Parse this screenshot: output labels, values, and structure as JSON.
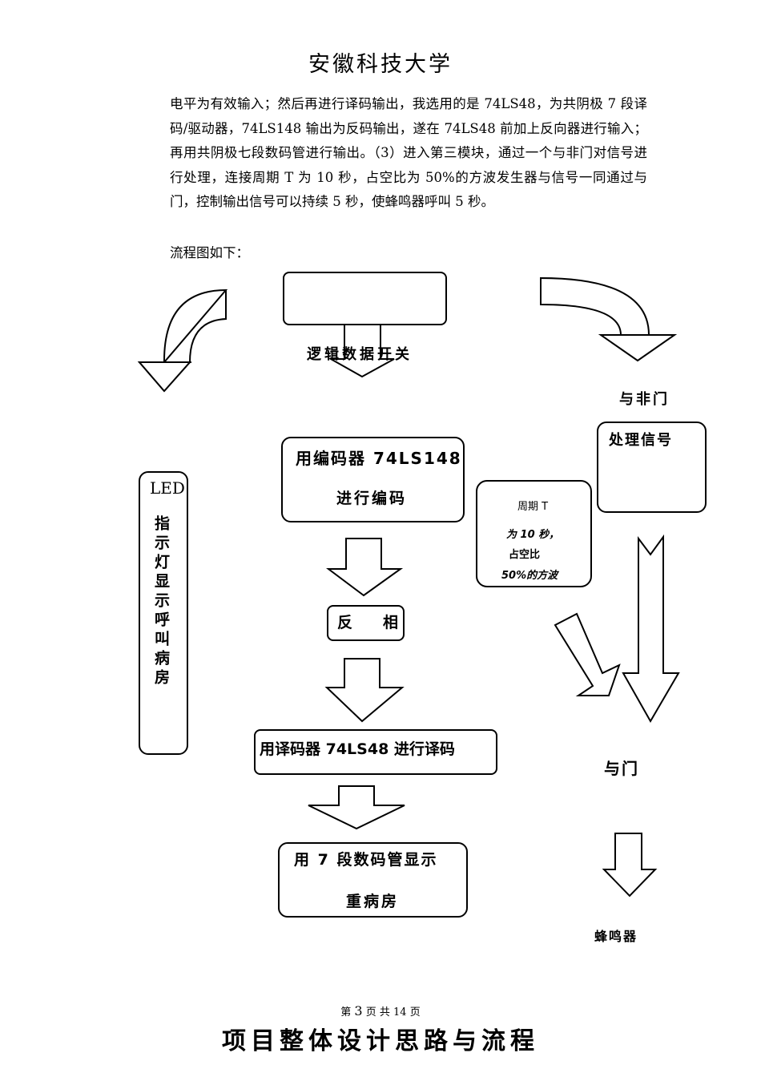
{
  "header": {
    "title": "安徽科技大学"
  },
  "body": {
    "paragraph": "电平为有效输入；然后再进行译码输出，我选用的是 74LS48，为共阴极 7 段译码/驱动器，74LS148 输出为反码输出，遂在 74LS48 前加上反向器进行输入；再用共阴极七段数码管进行输出。（3）进入第三模块，通过一个与非门对信号进行处理，连接周期 T 为 10 秒，占空比为 50%的方波发生器与信号一同通过与门，控制输出信号可以持续 5 秒，使蜂鸣器呼叫 5 秒。",
    "flow_intro": "流程图如下："
  },
  "flowchart": {
    "logic_switch": "逻辑数据开关",
    "encoder_line1": "用编码器 74LS148",
    "encoder_line2": "进行编码",
    "inverter": "反　　相",
    "decoder": "用译码器 74LS48 进行译码",
    "display_line1": "用 7 段数码管显示",
    "display_line2": "重病房",
    "led_title": "LED",
    "led_text": "指示灯显示呼叫病房",
    "nand_gate": "与非门",
    "process_signal": "处理信号",
    "square_line1": "周期 T",
    "square_line2": "为 10 秒，",
    "square_line3": "占空比",
    "square_line4": "50%的方波",
    "and_gate": "与门",
    "buzzer": "蜂鸣器"
  },
  "footer": {
    "page_prefix": "第",
    "page_current": "3",
    "page_mid": "页 共",
    "page_total": "14",
    "page_suffix": "页",
    "caption": "项目整体设计思路与流程"
  }
}
